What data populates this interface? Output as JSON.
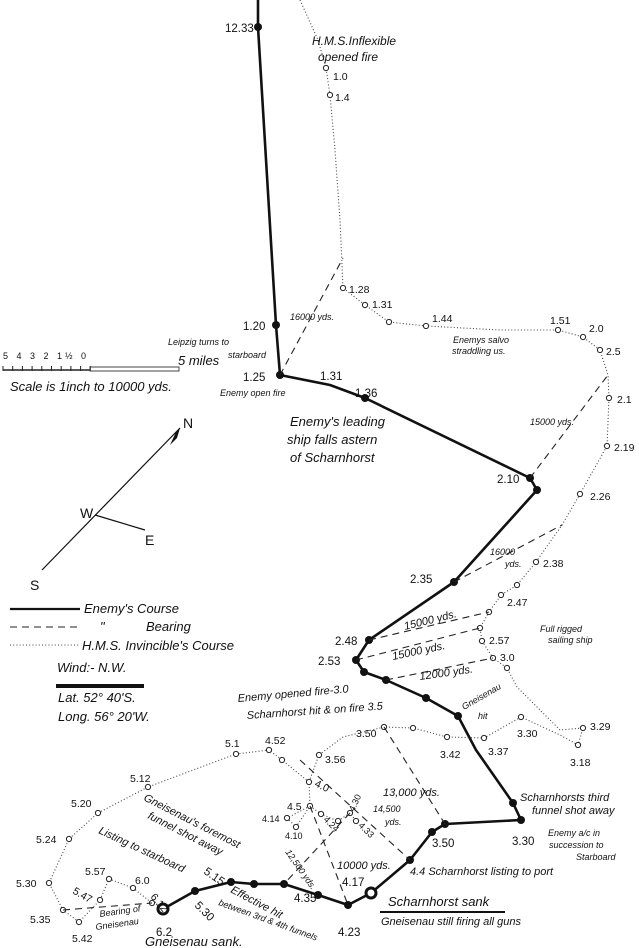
{
  "enemy_times": [
    "12.33",
    "1.20",
    "1.25",
    "1.31",
    "1.36",
    "2.10",
    "2.35",
    "2.48",
    "2.53",
    "3.30",
    "3.50",
    "4.17",
    "4.23",
    "4.35",
    "5.15",
    "5.30",
    "6.2"
  ],
  "invincible_times": [
    "1.0",
    "1.4",
    "1.28",
    "1.31",
    "1.44",
    "1.51",
    "2.0",
    "2.5",
    "2.1",
    "2.19",
    "2.26",
    "2.38",
    "2.47",
    "2.57",
    "3.0",
    "3.29",
    "3.18",
    "3.30",
    "3.37",
    "3.42",
    "3.50",
    "3.56",
    "4.0",
    "4.5",
    "4.14",
    "4.10",
    "4.24",
    "4.30",
    "4.33",
    "4.52",
    "5.1",
    "5.12",
    "5.20",
    "5.24",
    "5.30",
    "5.35",
    "5.42",
    "5.47",
    "5.57",
    "6.0",
    "6.12"
  ],
  "annotations": {
    "inflexible_1": "H.M.S.Inflexible",
    "inflexible_2": "opened fire",
    "leipzig_1": "Leipzig turns to",
    "leipzig_2": "starboard",
    "enemy_open_fire": "Enemy open fire",
    "bearing_16000_a": "16000 yds.",
    "leading_1": "Enemy's leading",
    "leading_2": "ship falls astern",
    "leading_3": "of Scharnhorst",
    "salvo_1": "Enemys salvo",
    "salvo_2": "straddling us.",
    "bearing_15000_a": "15000 yds.",
    "bearing_16000_b1": "16000",
    "bearing_16000_b2": "yds.",
    "bearing_15000_b": "15000 yds.",
    "bearing_15000_c": "15000 yds.",
    "bearing_12000": "12000 yds.",
    "sailing_1": "Full rigged",
    "sailing_2": "sailing ship",
    "opened_fire": "Enemy opened fire-3.0",
    "scharn_hit": "Scharnhorst hit & on fire 3.5",
    "gneis_hit_1": "Gneisenau",
    "gneis_hit_2": "hit",
    "bearing_13000": "13,000 yds.",
    "bearing_14500_1": "14,500",
    "bearing_14500_2": "yds.",
    "third_funnel_1": "Scharnhorsts third",
    "third_funnel_2": "funnel shot away",
    "succession_1": "Enemy a/c in",
    "succession_2": "succession to",
    "succession_3": "Starboard",
    "listing_port": "4.4 Scharnhorst listing to port",
    "scharn_sank": "Scharnhorst sank",
    "still_firing": "Gneisenau still firing all guns",
    "foremost_1": "Gneisenau's foremost",
    "foremost_2": "funnel shot away",
    "listing_star": "Listing to starboard",
    "bearing_10000": "10000 yds.",
    "bearing_12500": "12,500 yds.",
    "effective_1": "Effective hit",
    "effective_2": "between 3rd & 4th funnels",
    "bearing_gneis_1": "Bearing of",
    "bearing_gneis_2": "Gneisenau",
    "gneis_sank": "Gneisenau sank."
  },
  "scale": {
    "ticks": "5 4 3 2 1½ 0",
    "end_label": "5 miles",
    "caption": "Scale is 1inch to 10000 yds."
  },
  "compass": {
    "n": "N",
    "s": "S",
    "e": "E",
    "w": "W"
  },
  "legend": {
    "enemy": "Enemy's Course",
    "ditto": "\"",
    "bearing": "Bearing",
    "invincible": "H.M.S. Invincible's Course",
    "wind": "Wind:- N.W.",
    "lat": "Lat. 52° 40'S.",
    "long": "Long. 56° 20'W."
  }
}
